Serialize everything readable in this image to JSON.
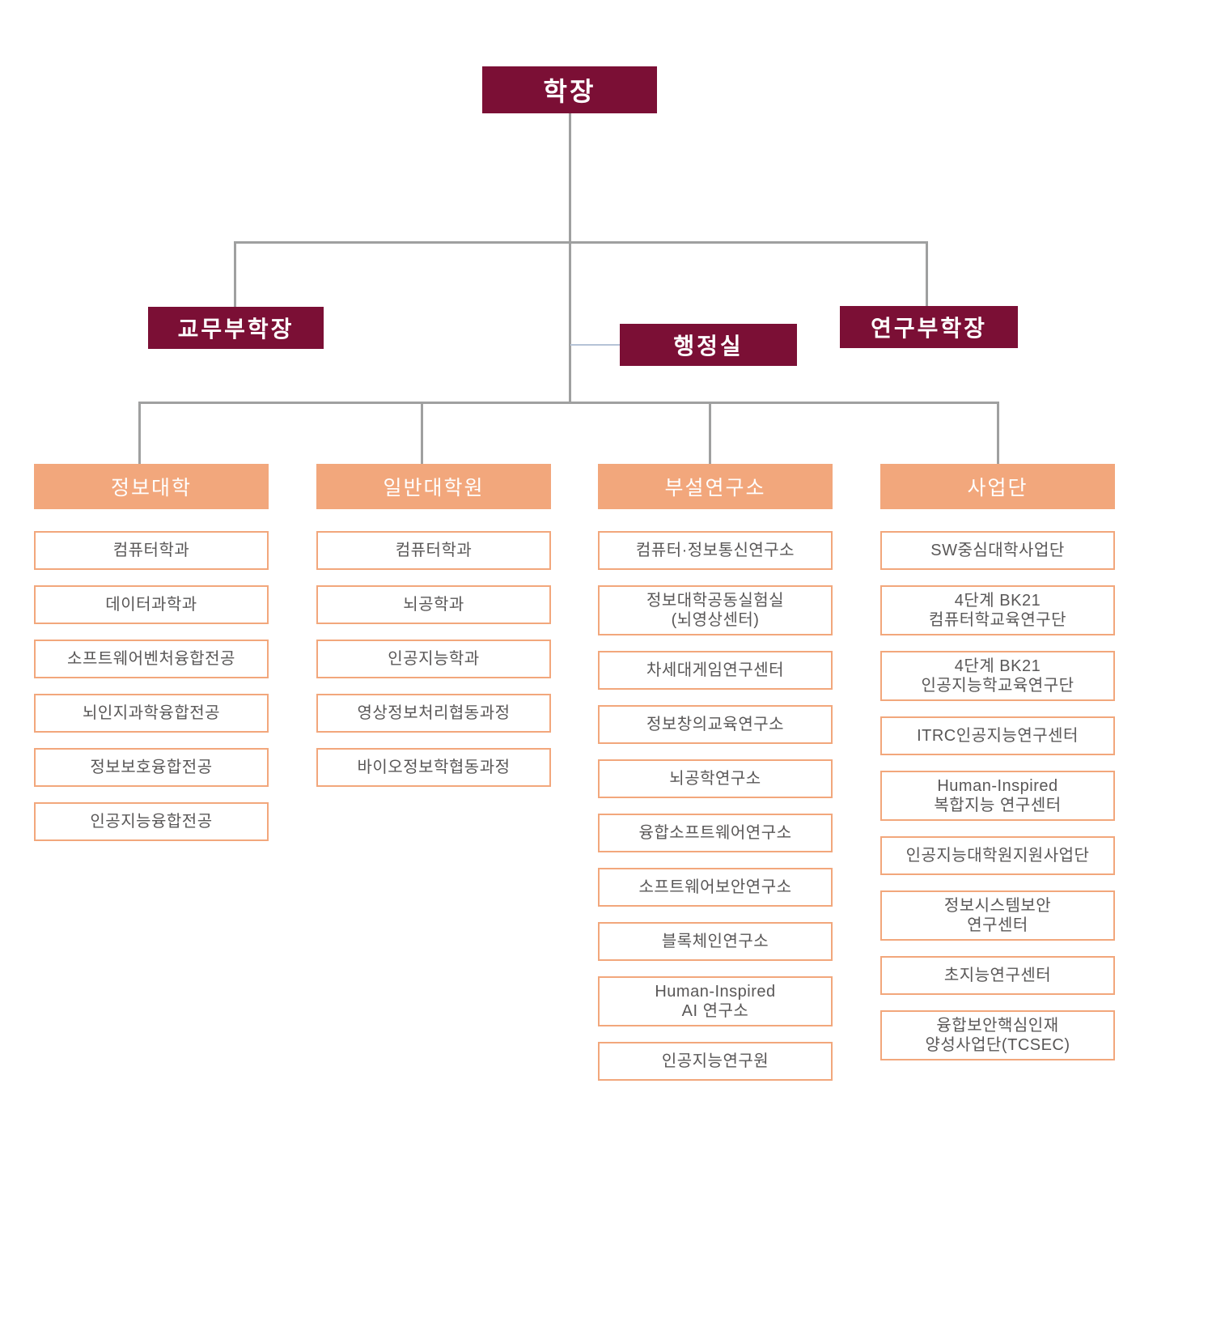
{
  "root": {
    "label": "학장"
  },
  "level2": [
    {
      "label": "교무부학장",
      "name": "vp-academic-affairs"
    },
    {
      "label": "행정실",
      "name": "administration-office"
    },
    {
      "label": "연구부학장",
      "name": "vp-research"
    }
  ],
  "columns": [
    {
      "header": "정보대학",
      "name": "college-of-informatics",
      "items": [
        "컴퓨터학과",
        "데이터과학과",
        "소프트웨어벤처융합전공",
        "뇌인지과학융합전공",
        "정보보호융합전공",
        "인공지능융합전공"
      ]
    },
    {
      "header": "일반대학원",
      "name": "graduate-school",
      "items": [
        "컴퓨터학과",
        "뇌공학과",
        "인공지능학과",
        "영상정보처리협동과정",
        "바이오정보학협동과정"
      ]
    },
    {
      "header": "부설연구소",
      "name": "affiliated-research-institutes",
      "items": [
        "컴퓨터·정보통신연구소",
        "정보대학공동실험실\n(뇌영상센터)",
        "차세대게임연구센터",
        "정보창의교육연구소",
        "뇌공학연구소",
        "융합소프트웨어연구소",
        "소프트웨어보안연구소",
        "블록체인연구소",
        "Human-Inspired\nAI 연구소",
        "인공지능연구원"
      ]
    },
    {
      "header": "사업단",
      "name": "project-groups",
      "items": [
        "SW중심대학사업단",
        "4단계 BK21\n컴퓨터학교육연구단",
        "4단계 BK21\n인공지능학교육연구단",
        "ITRC인공지능연구센터",
        "Human-Inspired\n복합지능 연구센터",
        "인공지능대학원지원사업단",
        "정보시스템보안\n연구센터",
        "초지능연구센터",
        "융합보안핵심인재\n양성사업단(TCSEC)"
      ]
    }
  ],
  "colors": {
    "maroon": "#7b0f35",
    "orange": "#f2a77c",
    "line": "#9fa0a0",
    "line_accent": "#b5c3d6",
    "text": "#595757"
  }
}
